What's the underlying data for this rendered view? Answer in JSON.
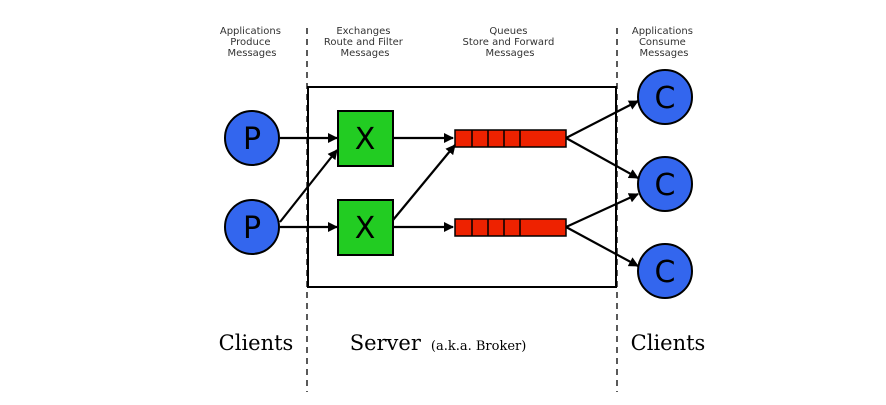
{
  "headers": {
    "producers": [
      "Applications",
      "Produce",
      "Messages"
    ],
    "exchanges": [
      "Exchanges",
      "Route and Filter",
      "Messages"
    ],
    "queues": [
      "Queues",
      "Store and Forward",
      "Messages"
    ],
    "consumers": [
      "Applications",
      "Consume",
      "Messages"
    ]
  },
  "labels": {
    "clients_left": "Clients",
    "server": "Server",
    "server_note": "(a.k.a. Broker)",
    "clients_right": "Clients"
  },
  "nodes": {
    "producer": "P",
    "exchange": "X",
    "consumer": "C"
  },
  "colors": {
    "producer": "#3366ee",
    "exchange": "#22cc22",
    "queue": "#ee2200",
    "consumer": "#3366ee",
    "outline": "#000000"
  }
}
